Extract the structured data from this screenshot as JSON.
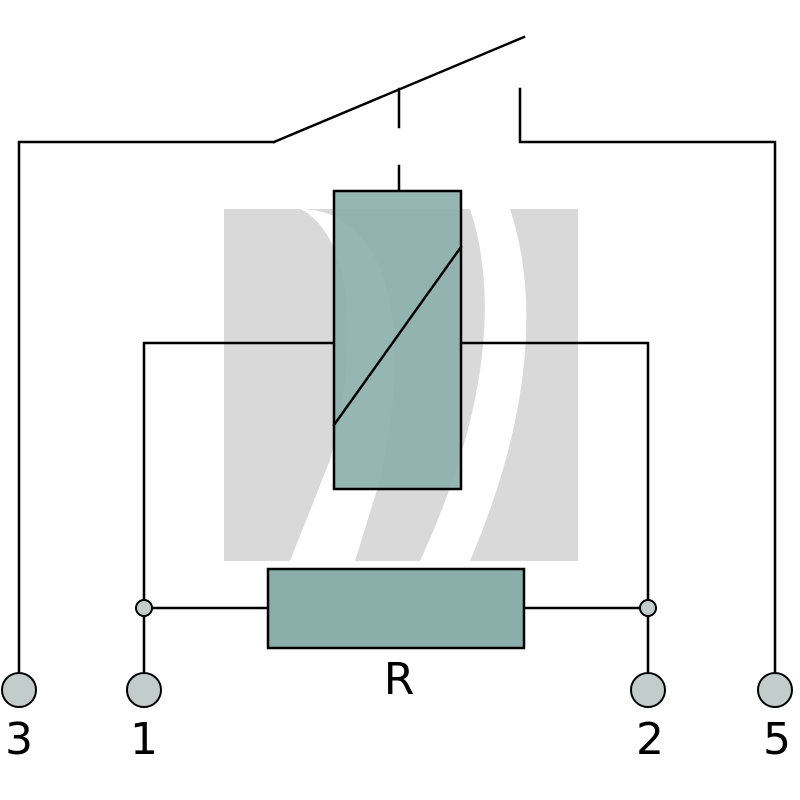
{
  "terminals": [
    {
      "id": "t3",
      "label": "3"
    },
    {
      "id": "t1",
      "label": "1"
    },
    {
      "id": "t2",
      "label": "2"
    },
    {
      "id": "t5",
      "label": "5"
    }
  ],
  "resistor": {
    "label": "R"
  },
  "colors": {
    "component_fill": "#8aaeaa",
    "terminal_fill": "#c2cccb",
    "watermark": "#d9d9d9",
    "wire": "#000000"
  }
}
